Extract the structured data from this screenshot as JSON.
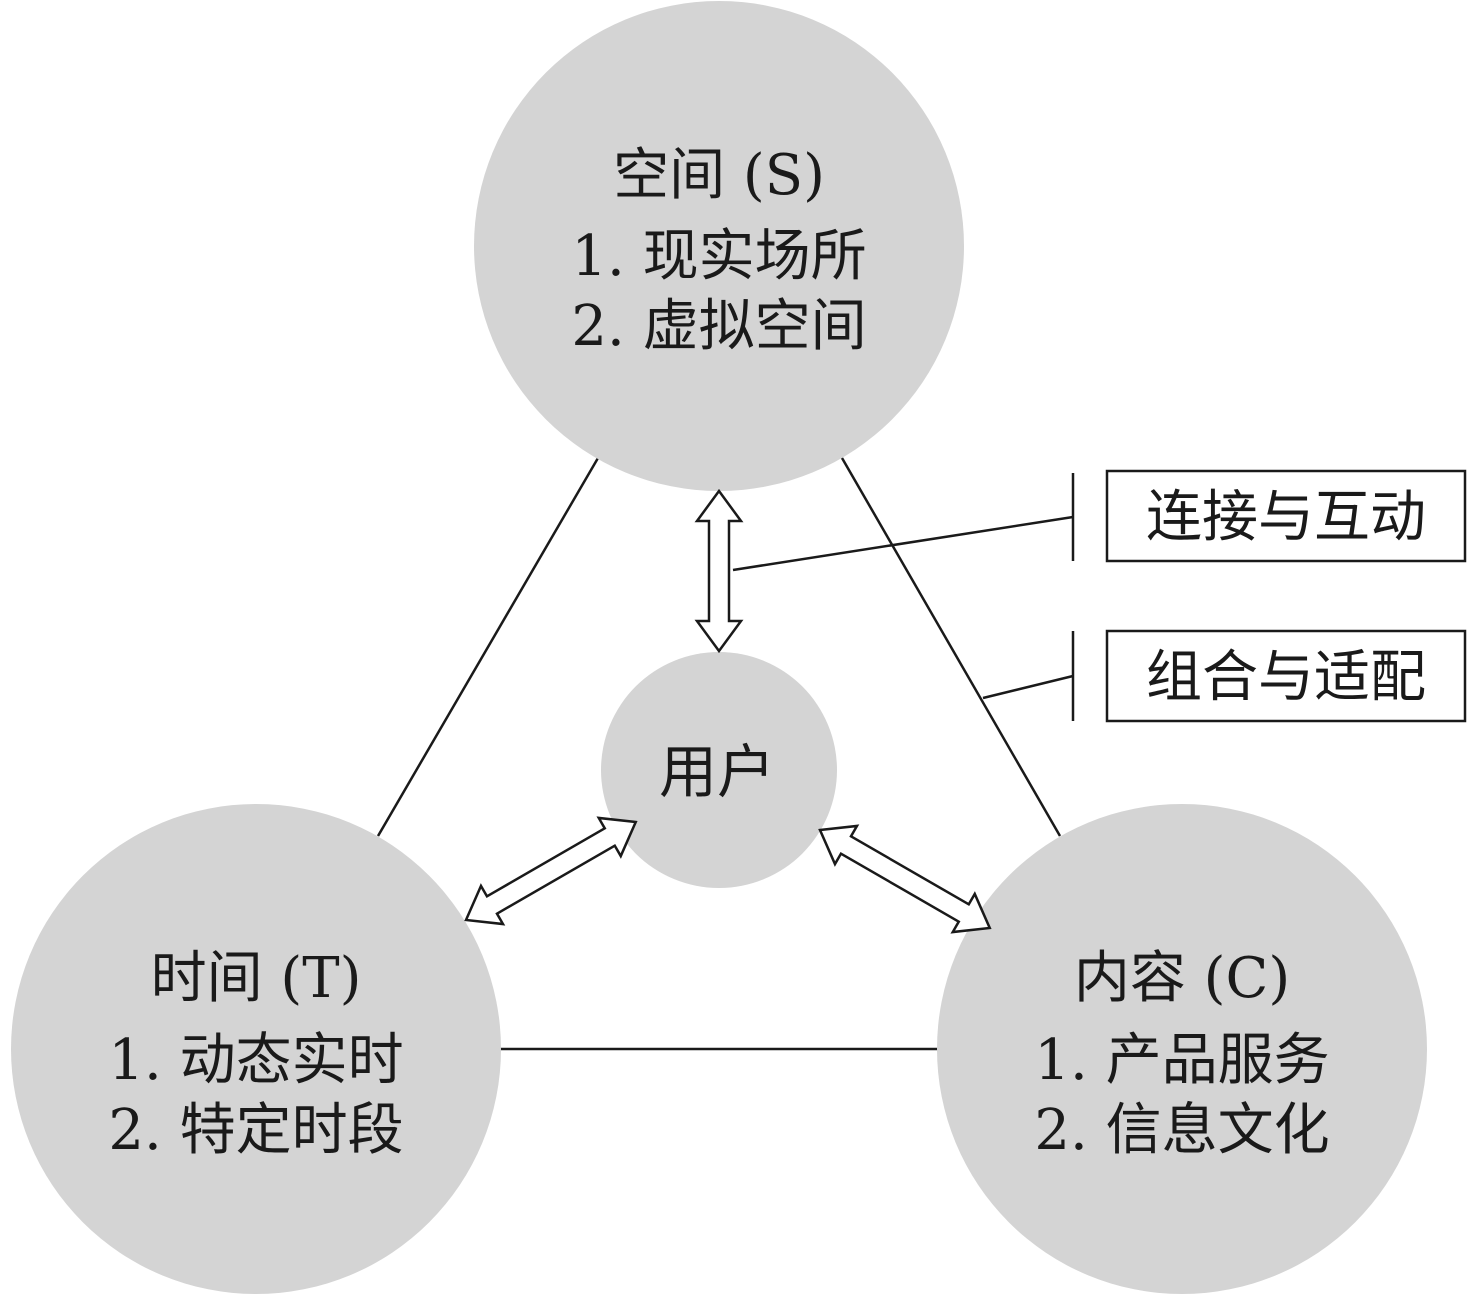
{
  "nodes": {
    "space": {
      "title": "空间 (S)",
      "items": [
        "1. 现实场所",
        "2. 虚拟空间"
      ]
    },
    "time": {
      "title": "时间 (T)",
      "items": [
        "1. 动态实时",
        "2. 特定时段"
      ]
    },
    "content": {
      "title": "内容 (C)",
      "items": [
        "1. 产品服务",
        "2. 信息文化"
      ]
    },
    "user": {
      "title": "用户"
    }
  },
  "legend": {
    "interaction": "连接与互动",
    "combination": "组合与适配"
  },
  "colors": {
    "circle_fill": "#d4d4d4",
    "line": "#1a1a1a",
    "background": "#ffffff"
  }
}
